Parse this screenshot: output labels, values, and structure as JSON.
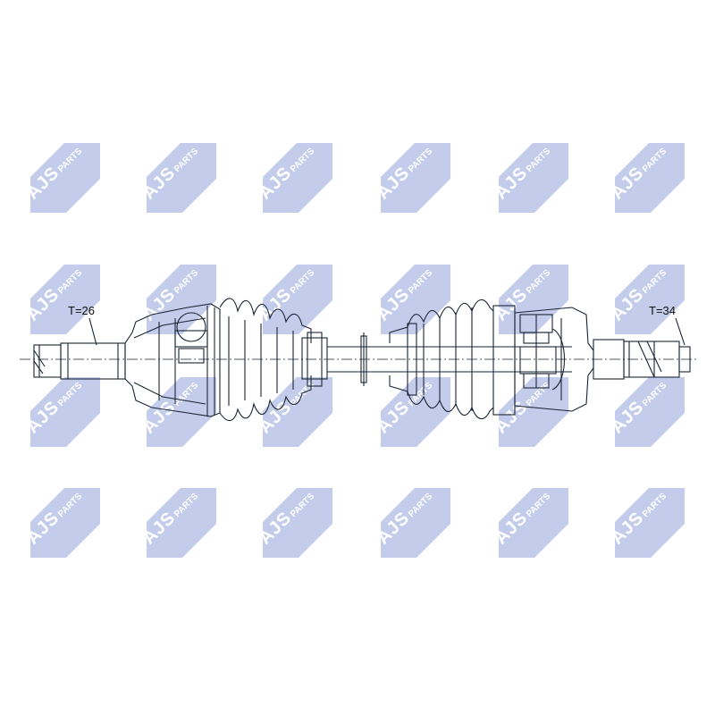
{
  "watermark": {
    "brand": "AJS",
    "suffix": "PARTS",
    "color": "#b9c3e6"
  },
  "labels": {
    "left_thread": "T=26",
    "right_thread": "T=34"
  },
  "colors": {
    "line": "#1a2433",
    "background": "#ffffff"
  }
}
